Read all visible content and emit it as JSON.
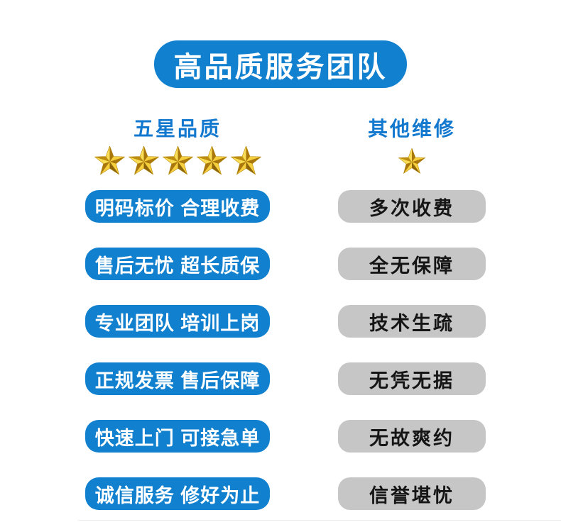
{
  "header": {
    "title": "高品质服务团队"
  },
  "columns": {
    "left": {
      "title": "五星品质",
      "stars": 5
    },
    "right": {
      "title": "其他维修",
      "stars": 1
    }
  },
  "rows": [
    {
      "left": "明码标价 合理收费",
      "right": "多次收费"
    },
    {
      "left": "售后无忧 超长质保",
      "right": "全无保障"
    },
    {
      "left": "专业团队 培训上岗",
      "right": "技术生疏"
    },
    {
      "left": "正规发票 售后保障",
      "right": "无凭无据"
    },
    {
      "left": "快速上门 可接急单",
      "right": "无故爽约"
    },
    {
      "left": "诚信服务 修好为止",
      "right": "信誉堪忧"
    }
  ],
  "colors": {
    "accent_blue": "#1180cf",
    "title_blue": "#1379cf",
    "gray_badge": "#c6c6c6",
    "gray_badge_text": "#151515",
    "star_gold_light": "#f5cf3e",
    "star_gold_dark": "#a9770b"
  }
}
